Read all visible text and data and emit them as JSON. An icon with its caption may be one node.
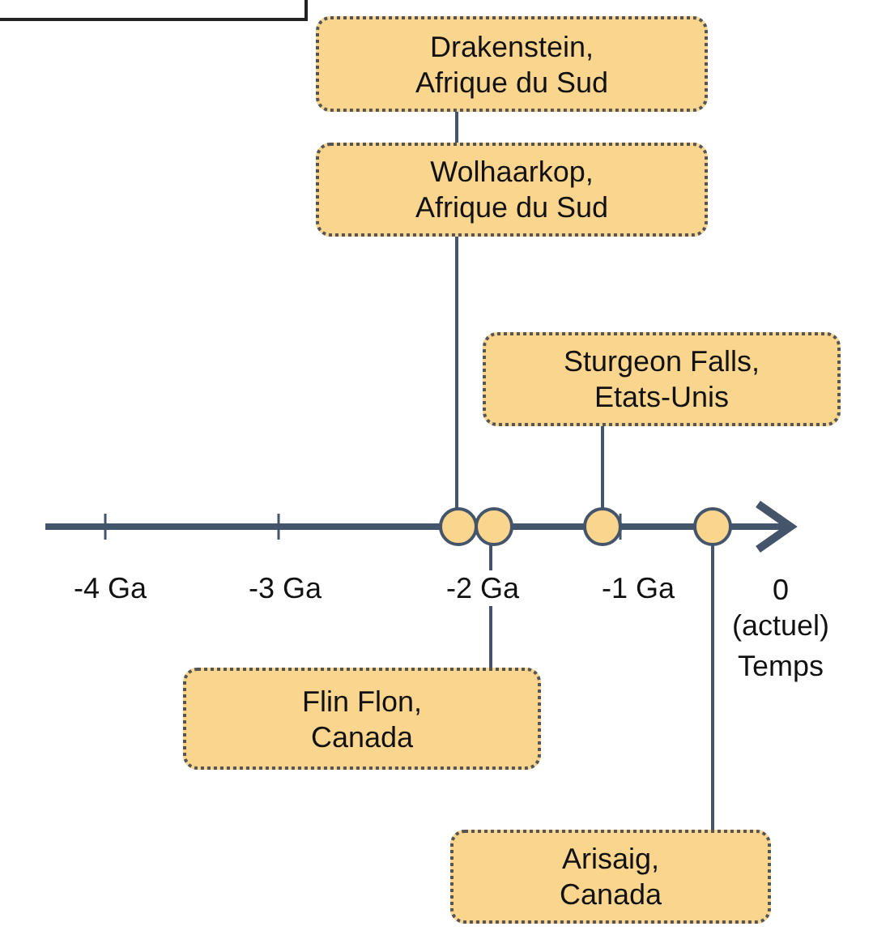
{
  "diagram": {
    "nodes": [
      {
        "text": [],
        "shape": "box"
      },
      {
        "text": [
          "Drakenstein, Afrique du Sud"
        ]
      },
      {
        "text": [
          "Wolhaarkop, Afrique du Sud"
        ]
      },
      {
        "text": [
          "Sturgeon Falls, Etats-Unis"
        ]
      },
      {
        "text": [
          "Flin Flon, Canada"
        ]
      },
      {
        "text": [
          "Arisaig, Canada"
        ]
      },
      {
        "text": [],
        "shape": "circle"
      },
      {
        "text": [],
        "shape": "circle"
      },
      {
        "text": [],
        "shape": "circle"
      },
      {
        "text": [],
        "shape": "circle"
      }
    ],
    "edges": [
      {
        "from": 1,
        "to": 2,
        "arrow": "none"
      },
      {
        "from": 2,
        "to": 6,
        "arrow": "none"
      },
      {
        "from": 3,
        "to": 8,
        "arrow": "none"
      },
      {
        "from": 4,
        "to": 7,
        "arrow": "none"
      },
      {
        "from": 5,
        "to": 9,
        "arrow": "none"
      }
    ],
    "labels": [
      "-4 Ga",
      "-3 Ga",
      "-2 Ga",
      "-1 Ga",
      "0 (actuel)",
      "Temps"
    ]
  }
}
